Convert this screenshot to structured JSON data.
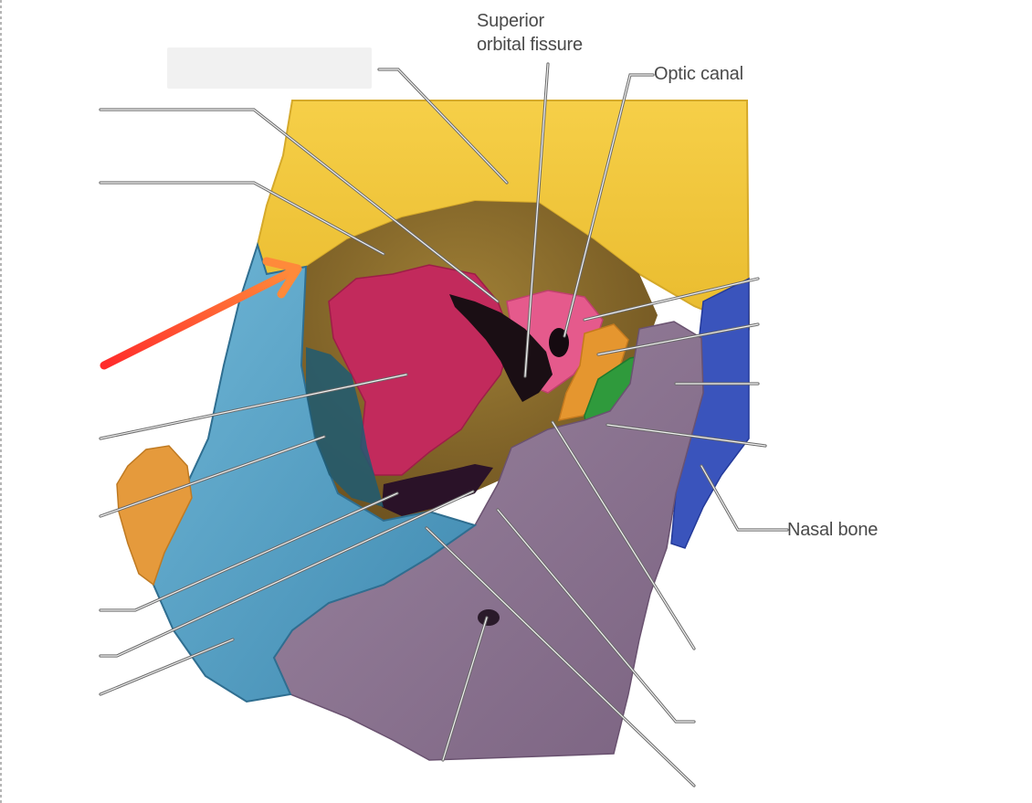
{
  "labels": {
    "superior_orbital_fissure": [
      "Superior",
      "orbital fissure"
    ],
    "optic_canal": "Optic canal",
    "nasal_bone": "Nasal bone"
  },
  "colors": {
    "frontal": "#f2c73a",
    "orbital_roof": "#8a6a2a",
    "sphenoid": "#c2265a",
    "zygomatic": "#4ea0c6",
    "maxilla": "#8c7392",
    "ethmoid": "#2e9a3a",
    "lacrimal": "#e49a2c",
    "nasal": "#3450b8",
    "arrow": "#ff4a2c"
  }
}
